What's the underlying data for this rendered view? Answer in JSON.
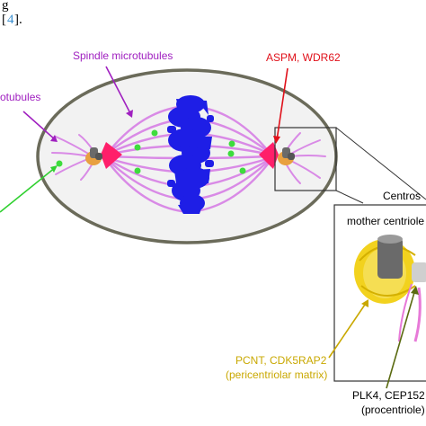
{
  "header": {
    "caption_fragment": "g",
    "bracket_ref": "4",
    "bracket_close": "]."
  },
  "labels": {
    "spindle_microtubules": "Spindle microtubules",
    "astral_microtubules_partial": "otubules",
    "aspm_wdr62": "ASPM, WDR62",
    "centrosome_partial": "Centros",
    "mother_centriole_partial": "mother centriole",
    "pcnt_line1": "PCNT, CDK5RAP2",
    "pcnt_line2": "(pericentriolar matrix)",
    "plk4_line1": "PLK4, CEP152",
    "plk4_line2": "(procentriole)"
  },
  "colors": {
    "cell_outline": "#6b6b5a",
    "cell_fill": "#f2f2f2",
    "chromosomes": "#1e1ee6",
    "spindle": "#d98ae6",
    "spindle_pole": "#ff1f6a",
    "green_dots": "#3ddc3d",
    "centrosome_orange": "#e8a040",
    "centriole_grey": "#6a6a6a",
    "pcm_yellow": "#f2d21e",
    "label_purple": "#a020c0",
    "label_red": "#e0101a",
    "label_yellow": "#c9a800",
    "label_olive": "#5a6a10",
    "label_green_line": "#30d030",
    "citation_blue": "#3a8fd0"
  }
}
